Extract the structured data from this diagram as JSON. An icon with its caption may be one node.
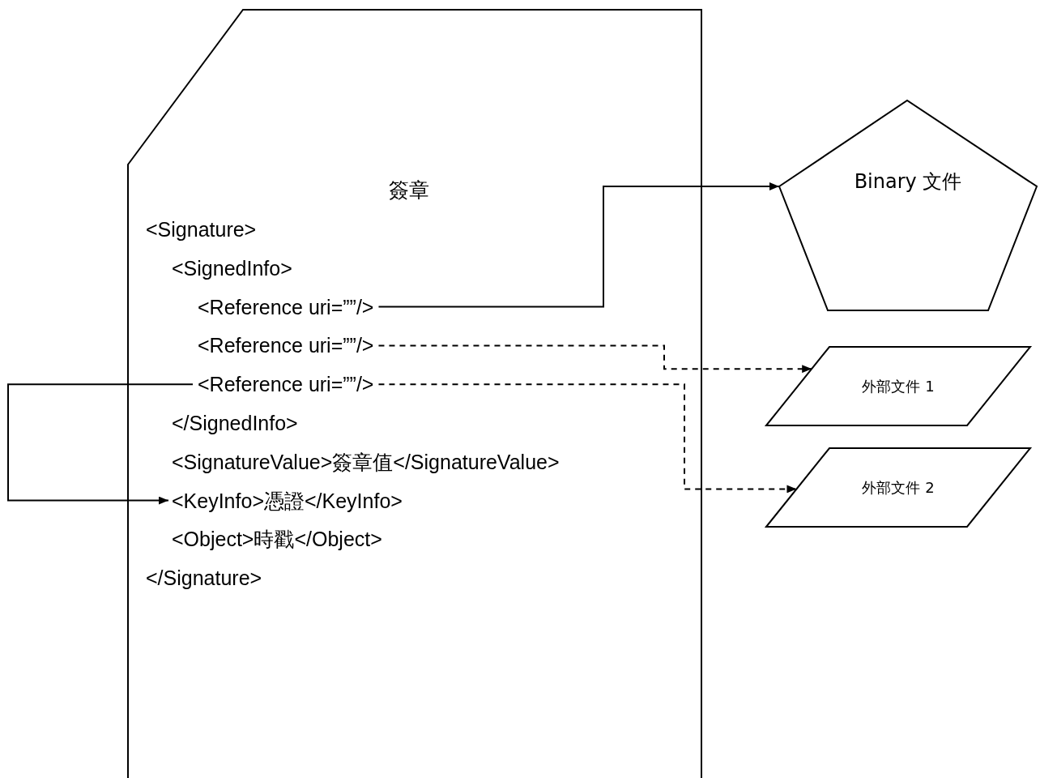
{
  "diagram": {
    "nodes": [
      {
        "text": [
          "簽章"
        ]
      },
      {
        "text": [
          "<Signature>"
        ],
        "in": 0
      },
      {
        "text": [
          "<SignedInfo>"
        ],
        "in": 0
      },
      {
        "text": [
          "<Reference uri=””/>"
        ],
        "in": 0
      },
      {
        "text": [
          "<Reference uri=””/>"
        ],
        "in": 0
      },
      {
        "text": [
          "<Reference uri=””/>"
        ],
        "in": 0
      },
      {
        "text": [
          "</SignedInfo>"
        ],
        "in": 0
      },
      {
        "text": [
          "<SignatureValue>簽章值</SignatureValue>"
        ],
        "in": 0
      },
      {
        "text": [
          "<KeyInfo>憑證</KeyInfo>"
        ],
        "in": 0
      },
      {
        "text": [
          "<Object>時戳</Object>"
        ],
        "in": 0
      },
      {
        "text": [
          "</Signature>"
        ],
        "in": 0
      },
      {
        "text": [
          "Binary 文件"
        ]
      },
      {
        "text": [
          "外部文件 1"
        ]
      },
      {
        "text": [
          "外部文件 2"
        ]
      }
    ],
    "edges": [
      {
        "from": 3,
        "to": 11,
        "arrow": "to"
      },
      {
        "from": 4,
        "to": 12,
        "arrow": "to",
        "style": "dashed"
      },
      {
        "from": 5,
        "to": 13,
        "arrow": "to",
        "style": "dashed"
      },
      {
        "from": 5,
        "to": 8,
        "arrow": "to"
      }
    ]
  }
}
